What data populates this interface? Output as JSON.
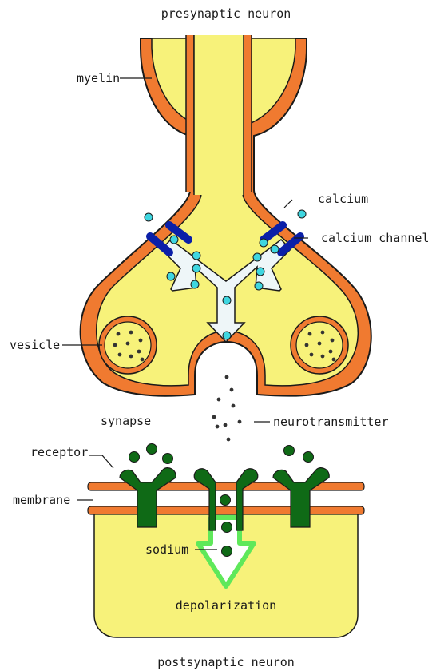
{
  "labels": {
    "presynaptic": "presynaptic neuron",
    "postsynaptic": "postsynaptic neuron",
    "myelin": "myelin",
    "calcium": "calcium",
    "calcium_channel": "calcium channel",
    "vesicle": "vesicle",
    "synapse": "synapse",
    "neurotransmitter": "neurotransmitter",
    "receptor": "receptor",
    "membrane": "membrane",
    "sodium": "sodium",
    "depolarization": "depolarization"
  },
  "colors": {
    "cytoplasm": "#f7f27a",
    "membrane": "#f07a30",
    "outline": "#1a1a1a",
    "channel": "#0b1fa8",
    "calcium_ion": "#3fd6e0",
    "arrow_fill": "#eef6f8",
    "receptor": "#0f6a16",
    "sodium_arrow": "#5fe85a",
    "neurotransmitter": "#333333"
  }
}
